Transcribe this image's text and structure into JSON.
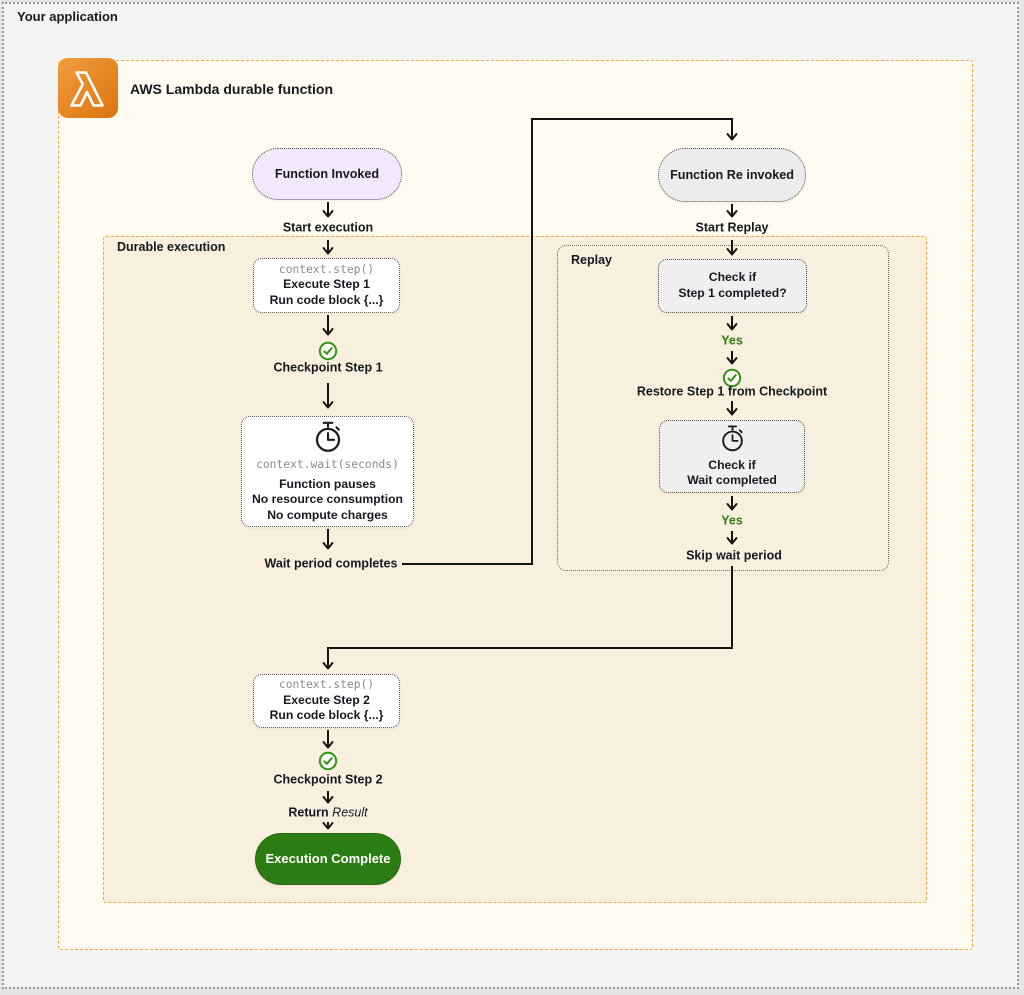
{
  "page": {
    "title": "Your application"
  },
  "diagram": {
    "title": "AWS Lambda durable function",
    "groups": {
      "durable": "Durable execution",
      "replay": "Replay"
    },
    "nodes": {
      "function_invoked": "Function Invoked",
      "function_reinvoked": "Function Re invoked",
      "step1": {
        "code": "context.step()",
        "title": "Execute Step 1",
        "subtitle": "Run code block {...}"
      },
      "wait": {
        "code": "context.wait(seconds)",
        "lines": [
          "Function pauses",
          "No resource consumption",
          "No compute charges"
        ]
      },
      "check_step1": {
        "line1": "Check if",
        "line2": "Step 1 completed?"
      },
      "check_wait": {
        "line1": "Check if",
        "line2": "Wait completed"
      },
      "step2": {
        "code": "context.step()",
        "title": "Execute Step 2",
        "subtitle": "Run code block {...}"
      },
      "execution_complete": "Execution Complete"
    },
    "labels": {
      "start_execution": "Start execution",
      "checkpoint_step1": "Checkpoint Step 1",
      "wait_period_completes": "Wait period completes",
      "start_replay": "Start Replay",
      "yes1": "Yes",
      "restore_step1": "Restore Step 1 from Checkpoint",
      "yes2": "Yes",
      "skip_wait_period": "Skip wait period",
      "checkpoint_step2": "Checkpoint Step 2",
      "return_word": "Return",
      "return_value": "Result"
    },
    "colors": {
      "lambda_orange": "#E8821A",
      "dash_orange": "#F3A73E",
      "outer_fill": "#FFFBF0",
      "durable_fill": "#F9EFDF",
      "invoked_lavender": "#F3E8FB",
      "reinvoked_gray": "#ECECEC",
      "check_box_gray": "#EFEFEF",
      "success_green": "#2D7D15",
      "check_icon_green": "#2F9413",
      "code_gray": "#8B8B8B",
      "text": "#16191F"
    }
  }
}
